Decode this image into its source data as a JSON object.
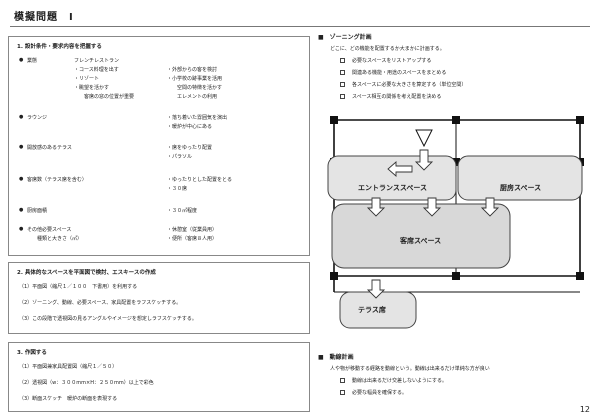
{
  "title": "模擬問題　Ⅰ",
  "box1": {
    "heading": "1. 設計条件・要求内容を把握する",
    "rows": [
      {
        "label": "業態",
        "mid": [
          "フレンチレストラン",
          "・コース料理を出す",
          "・リゾート",
          "・眺望を活かす",
          "客席の窓の位置が重要"
        ],
        "right": [
          "・外部からの客を検討",
          "・小学校の跡事業を活用",
          "空間の特徴を活かす",
          "エレメントの利用"
        ]
      },
      {
        "label": "ラウンジ",
        "right": [
          "・落ち着いた雰囲気を演出",
          "・暖炉が中心にある"
        ]
      },
      {
        "label": "開放感のあるテラス",
        "right": [
          "・席をゆったり配置",
          "・パラソル"
        ]
      },
      {
        "label": "客席数（テラス席を含む）",
        "right": [
          "・ゆったりとした配置をとる",
          "・３０席"
        ]
      },
      {
        "label": "厨房面積",
        "right": [
          "・３０㎡程度"
        ]
      },
      {
        "label": "その他必要スペース",
        "sub": "種類と大きさ（㎡）",
        "right": [
          "・休憩室（従業員用）",
          "・便所（客席８人用）"
        ]
      }
    ]
  },
  "box2": {
    "heading": "2. 具体的なスペースを平面図で検討、エスキースの作成",
    "items": [
      "（1）平面図（縮尺１／１００　下書用）を利用する",
      "（2）ゾーニング、動線、必要スペース、家具配置をラフスケッチする。",
      "（3）この段階で透視図の見るアングルやイメージを想定しラフスケッチする。"
    ]
  },
  "box3": {
    "heading": "3. 作図する",
    "items": [
      "（1）平面図兼家具配置図（縮尺１／５０）",
      "（2）透視図（w：３００mm×H：２５０mm）以上で彩色",
      "（3）断面スケッチ　暖炉の断面を表現する"
    ]
  },
  "zoning": {
    "heading": "■　ゾーニング計画",
    "intro": "どこに、どの機能を配置するか大まかに計画する。",
    "items": [
      "必要なスペースをリストアップする",
      "関連ある機能・用途のスペースをまとめる",
      "各スペースに必要な大きさを算定する（単位空間）",
      "スペース相互の関係を考え配置を決める"
    ]
  },
  "plan": {
    "entrance": "エントランススペース",
    "kitchen": "厨房スペース",
    "seats": "客席スペース",
    "terrace": "テラス席"
  },
  "circulation": {
    "heading": "■　動線計画",
    "intro": "人や物が移動する経路を動線という。動線は出来るだけ単純な方が良い",
    "items": [
      "動線は出来るだけ交差しないようにする。",
      "必要な幅員を確保する。"
    ]
  },
  "page_number": "12"
}
